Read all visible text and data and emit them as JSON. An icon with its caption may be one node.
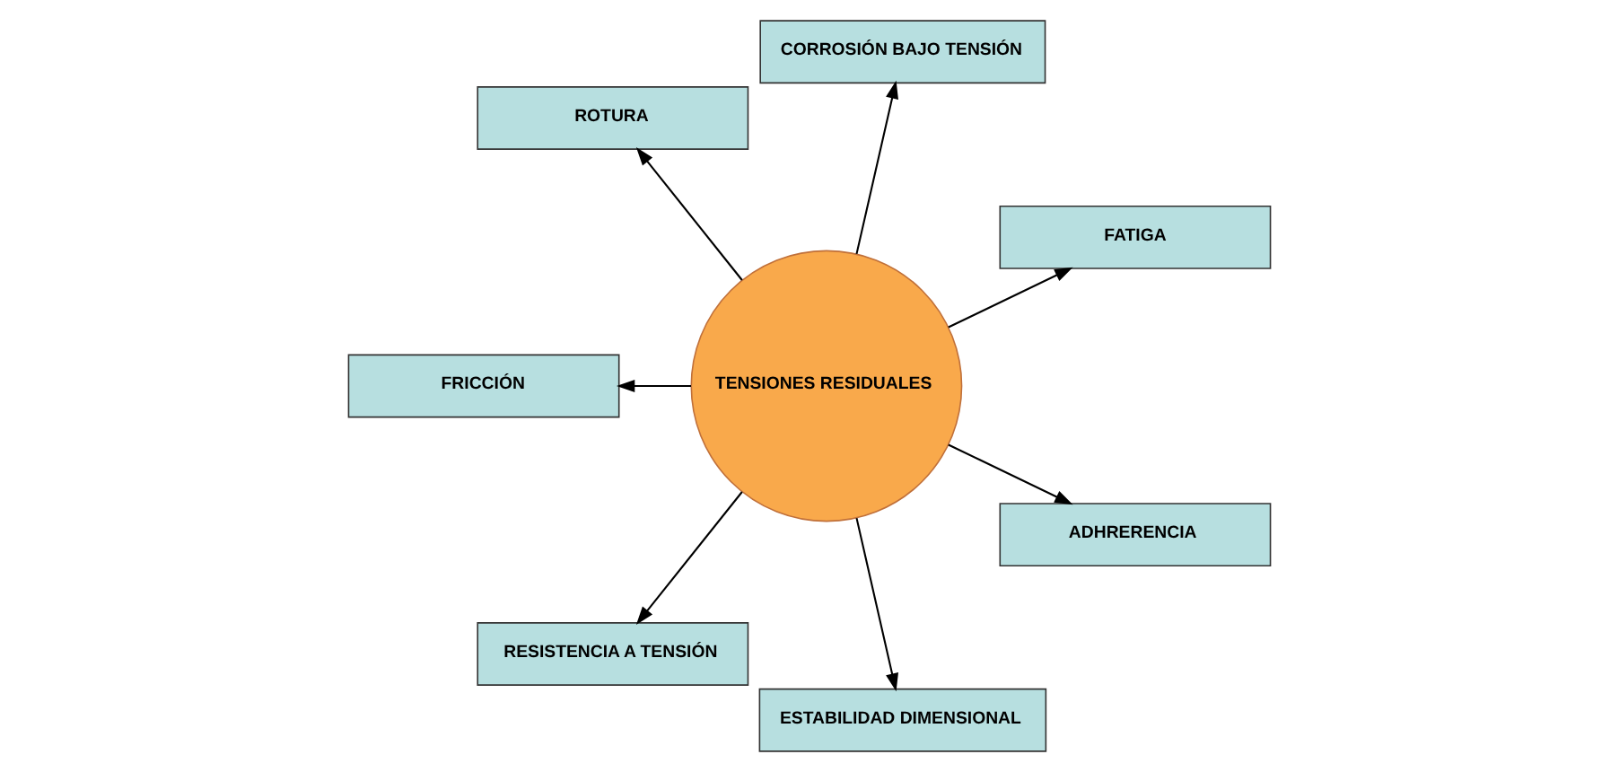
{
  "diagram": {
    "nodes": [
      {
        "text": [
          "FATIGA"
        ]
      },
      {
        "text": [
          "CORROSIÓN BAJO TENSIÓN"
        ]
      },
      {
        "text": [
          "ROTURA"
        ]
      },
      {
        "text": [
          "TENSIONES RESIDUALES"
        ]
      },
      {
        "text": [
          "FRICCIÓN"
        ]
      },
      {
        "text": [
          "RESISTENCIA A TENSIÓN"
        ]
      },
      {
        "text": [
          "ESTABILIDAD DIMENSIONAL"
        ]
      },
      {
        "text": [
          "ADHRERENCIA"
        ]
      }
    ],
    "edges": [
      {
        "from": 3,
        "to": 0,
        "arrow": "to"
      },
      {
        "from": 3,
        "to": 2,
        "arrow": "to"
      },
      {
        "from": 3,
        "to": 5,
        "arrow": "to"
      },
      {
        "from": 3,
        "to": 7,
        "arrow": "to"
      },
      {
        "from": 3,
        "to": 6,
        "arrow": "to"
      },
      {
        "from": 3,
        "to": 4,
        "arrow": "to"
      },
      {
        "from": 3,
        "to": 1,
        "arrow": "to"
      }
    ]
  }
}
